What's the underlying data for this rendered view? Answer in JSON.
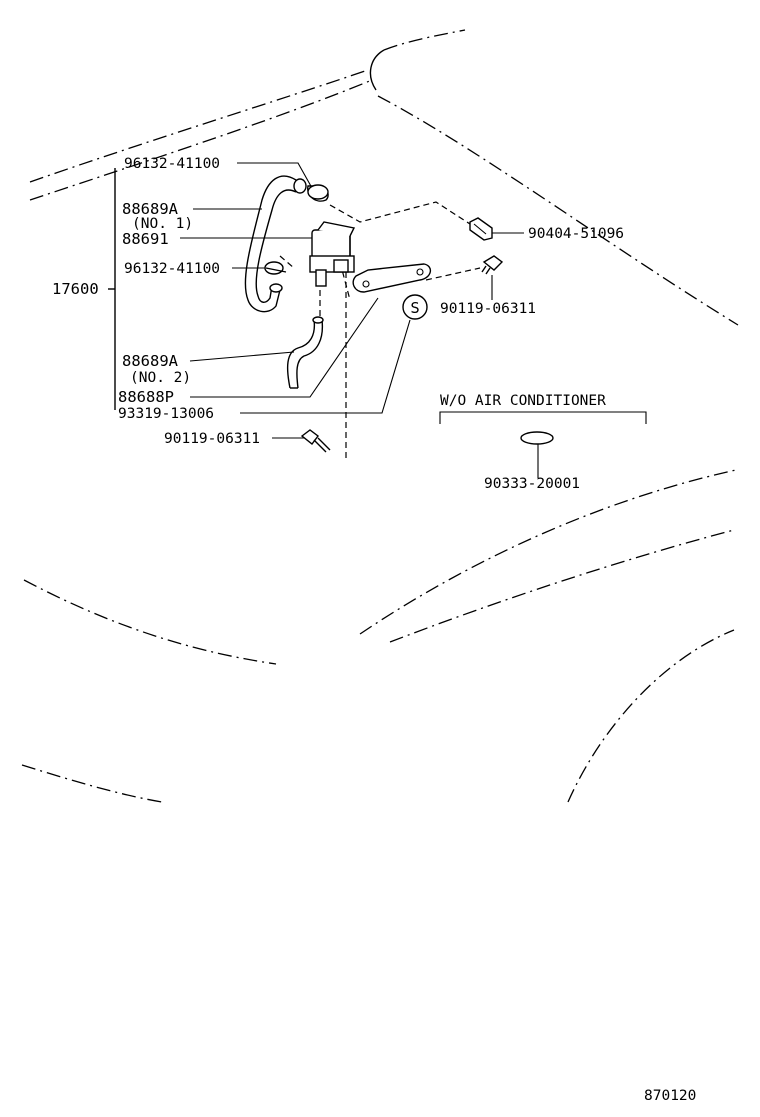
{
  "labels": {
    "assembly": "17600",
    "clamp_upper": "96132-41100",
    "hose_no1_part": "88689A",
    "hose_no1_sub": "(NO. 1)",
    "vsv": "88691",
    "clamp_lower": "96132-41100",
    "hose_no2_part": "88689A",
    "hose_no2_sub": "(NO. 2)",
    "bracket": "88688P",
    "screw": "93319-13006",
    "bolt_lower": "90119-06311",
    "plug_right": "90404-51096",
    "bolt_right": "90119-06311",
    "s_marker": "S",
    "variant_heading": "W/O AIR CONDITIONER",
    "variant_part": "90333-20001",
    "figure_number": "870120"
  }
}
